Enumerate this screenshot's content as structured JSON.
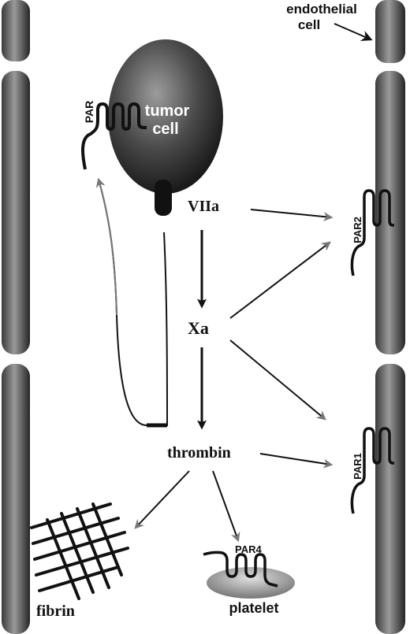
{
  "labels": {
    "endothelial_cell_line1": "endothelial",
    "endothelial_cell_line2": "cell",
    "tumor_line1": "tumor",
    "tumor_line2": "cell",
    "par": "PAR",
    "viia": "VIIa",
    "xa": "Xa",
    "thrombin": "thrombin",
    "par2": "PAR2",
    "par1": "PAR1",
    "par4": "PAR4",
    "fibrin": "fibrin",
    "platelet": "platelet"
  },
  "colors": {
    "black_arrow": "#111111",
    "gray_arrow": "#777777",
    "membrane_dark": "#2b2b2b",
    "membrane_light": "#8a8a8a"
  }
}
